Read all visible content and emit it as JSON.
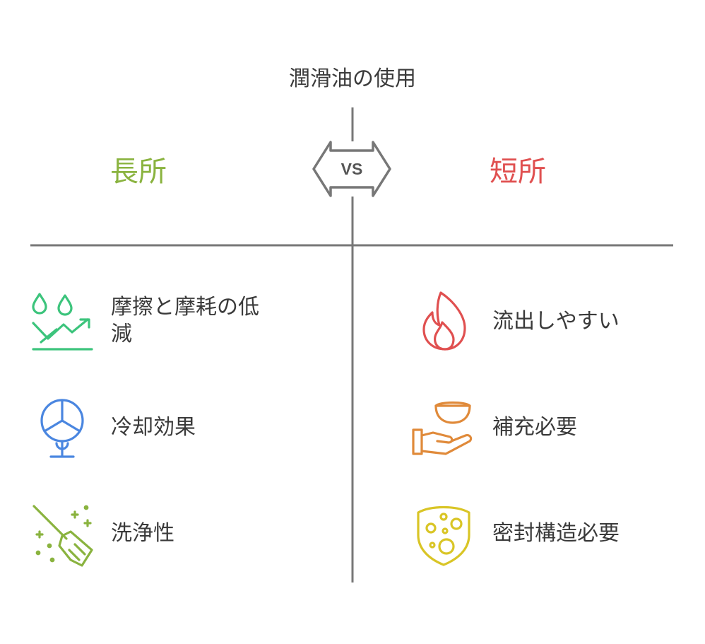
{
  "title": "潤滑油の使用",
  "vs_label": "VS",
  "pros": {
    "heading": "長所",
    "color": "#8ab33f",
    "items": [
      {
        "label_line1": "摩擦と摩耗の低",
        "label_line2": "減",
        "icon": "drops-trend-up-icon",
        "color": "#3cc47c"
      },
      {
        "label": "冷却効果",
        "icon": "fan-icon",
        "color": "#4a86e0"
      },
      {
        "label": "洗浄性",
        "icon": "broom-sparkle-icon",
        "color": "#8ab33f"
      }
    ]
  },
  "cons": {
    "heading": "短所",
    "color": "#e05050",
    "items": [
      {
        "label": "流出しやすい",
        "icon": "flame-icon",
        "color": "#e05050"
      },
      {
        "label": "補充必要",
        "icon": "hand-bowl-icon",
        "color": "#e08a3a"
      },
      {
        "label": "密封構造必要",
        "icon": "cheese-shield-icon",
        "color": "#d9c526"
      }
    ]
  },
  "divider_color": "#777777"
}
